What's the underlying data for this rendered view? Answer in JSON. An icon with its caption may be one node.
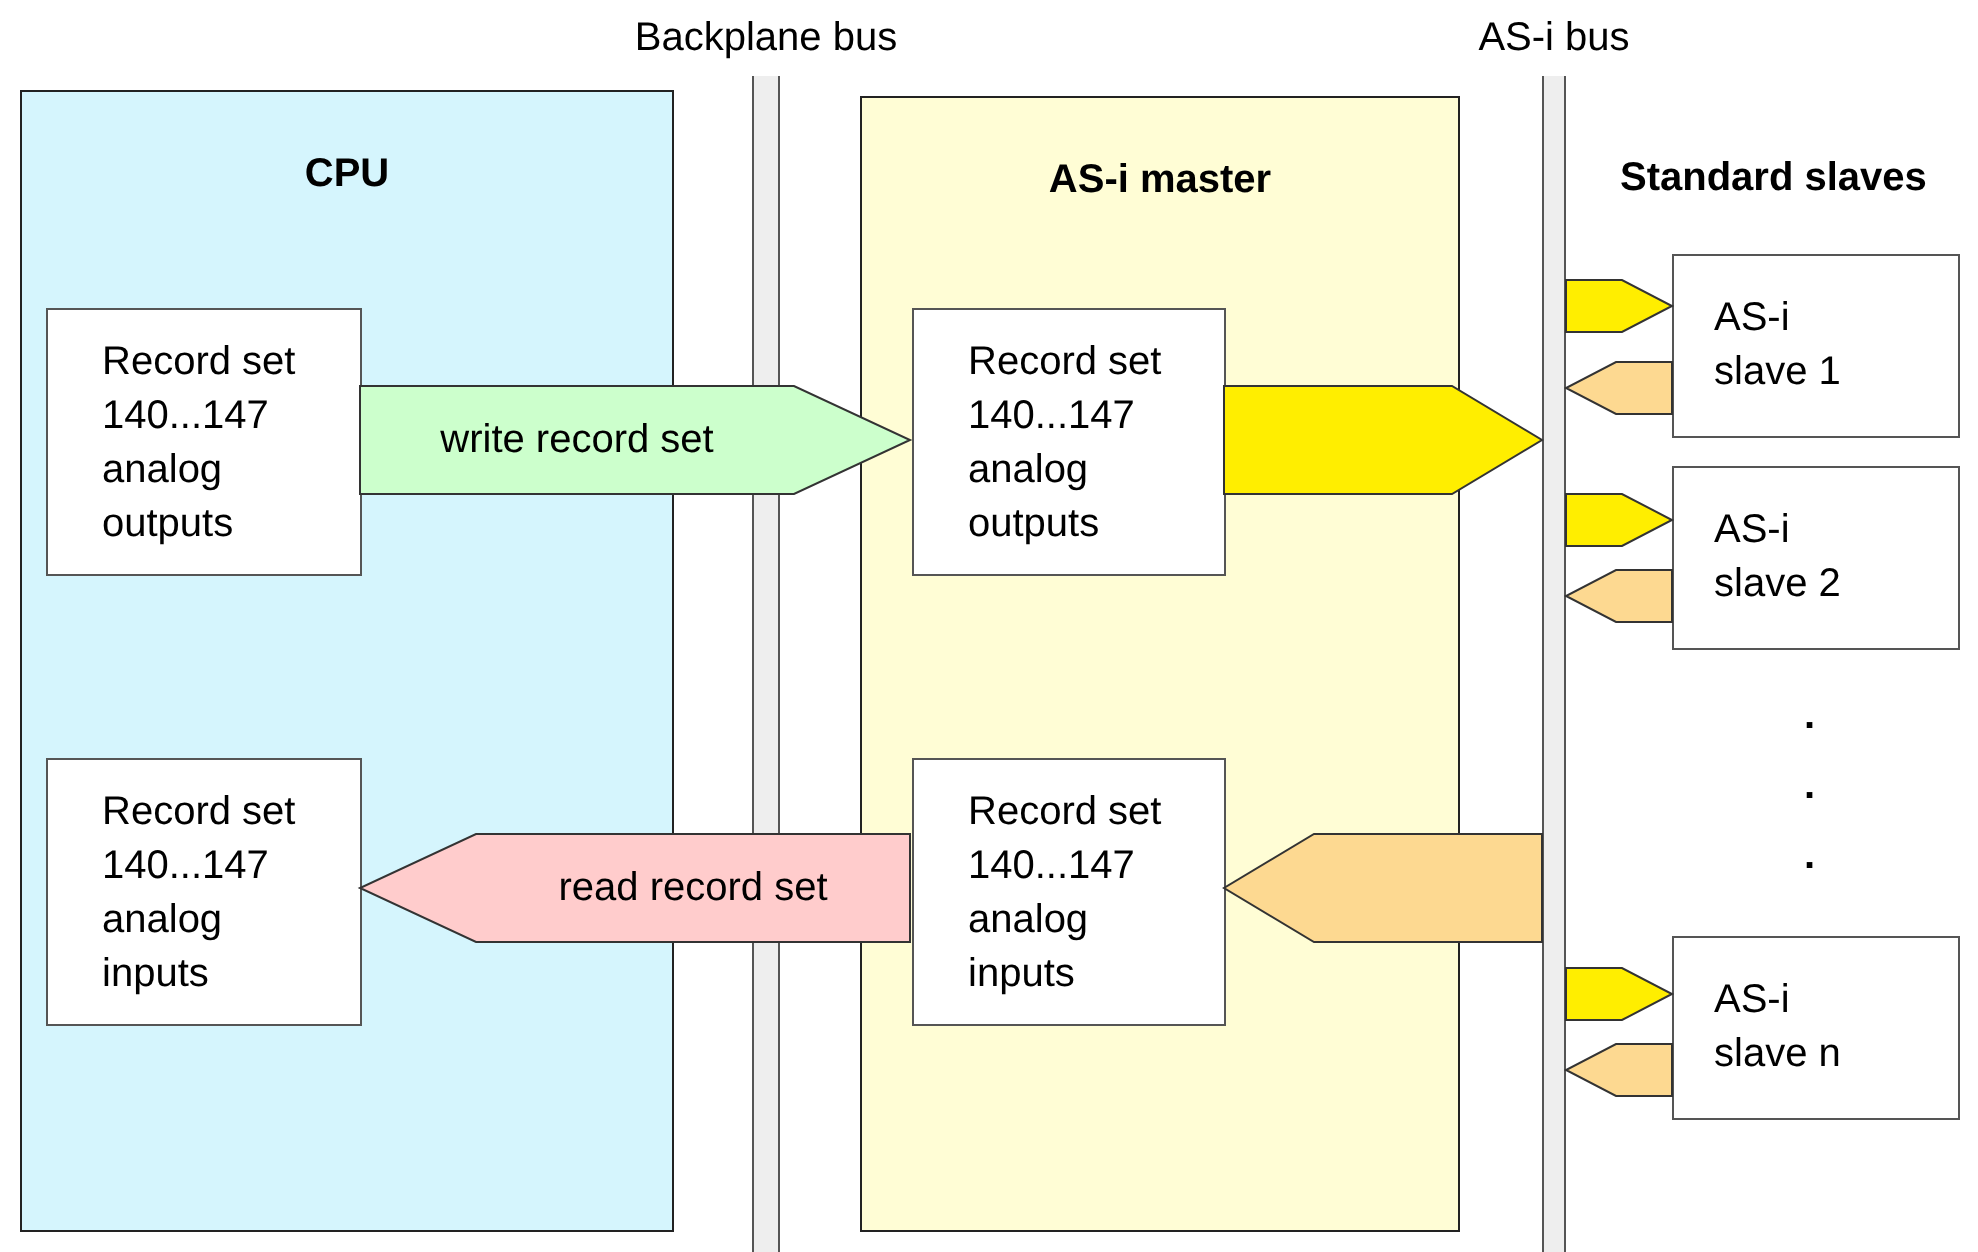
{
  "diagram": {
    "nodes": [
      {
        "text": [
          "CPU"
        ]
      },
      {
        "text": [
          "Record set 140...147 analog outputs"
        ],
        "in": 0
      },
      {
        "text": [
          "Record set 140...147 analog inputs"
        ],
        "in": 0
      },
      {
        "text": [
          "Backplane bus"
        ]
      },
      {
        "text": [
          "AS-i master"
        ]
      },
      {
        "text": [
          "Record set 140...147 analog outputs"
        ],
        "in": 4
      },
      {
        "text": [
          "Record set 140...147 analog inputs"
        ],
        "in": 4
      },
      {
        "text": [
          "AS-i bus"
        ]
      },
      {
        "text": [
          "AS-i slave 1"
        ]
      },
      {
        "text": [
          "AS-i slave 2"
        ]
      },
      {
        "text": [
          "AS-i slave n"
        ]
      }
    ],
    "edges": [
      {
        "from": 1,
        "to": 5,
        "arrow": "to",
        "label": "write record set",
        "style": "thick",
        "color": "#ccffcc"
      },
      {
        "from": 6,
        "to": 2,
        "arrow": "to",
        "label": "read record set",
        "style": "thick",
        "color": "#ffcccc"
      },
      {
        "from": 5,
        "to": 7,
        "arrow": "to",
        "style": "thick",
        "color": "#ffee00"
      },
      {
        "from": 7,
        "to": 6,
        "arrow": "to",
        "style": "thick",
        "color": "#fdd991"
      },
      {
        "from": 7,
        "to": 8,
        "arrow": "to",
        "style": "thick",
        "color": "#ffee00"
      },
      {
        "from": 8,
        "to": 7,
        "arrow": "to",
        "style": "thick",
        "color": "#fdd991"
      },
      {
        "from": 7,
        "to": 9,
        "arrow": "to",
        "style": "thick",
        "color": "#ffee00"
      },
      {
        "from": 9,
        "to": 7,
        "arrow": "to",
        "style": "thick",
        "color": "#fdd991"
      },
      {
        "from": 7,
        "to": 10,
        "arrow": "to",
        "style": "thick",
        "color": "#ffee00"
      },
      {
        "from": 10,
        "to": 7,
        "arrow": "to",
        "style": "thick",
        "color": "#fdd991"
      }
    ],
    "labels": [
      "Standard slaves",
      ".",
      ".",
      "."
    ]
  }
}
